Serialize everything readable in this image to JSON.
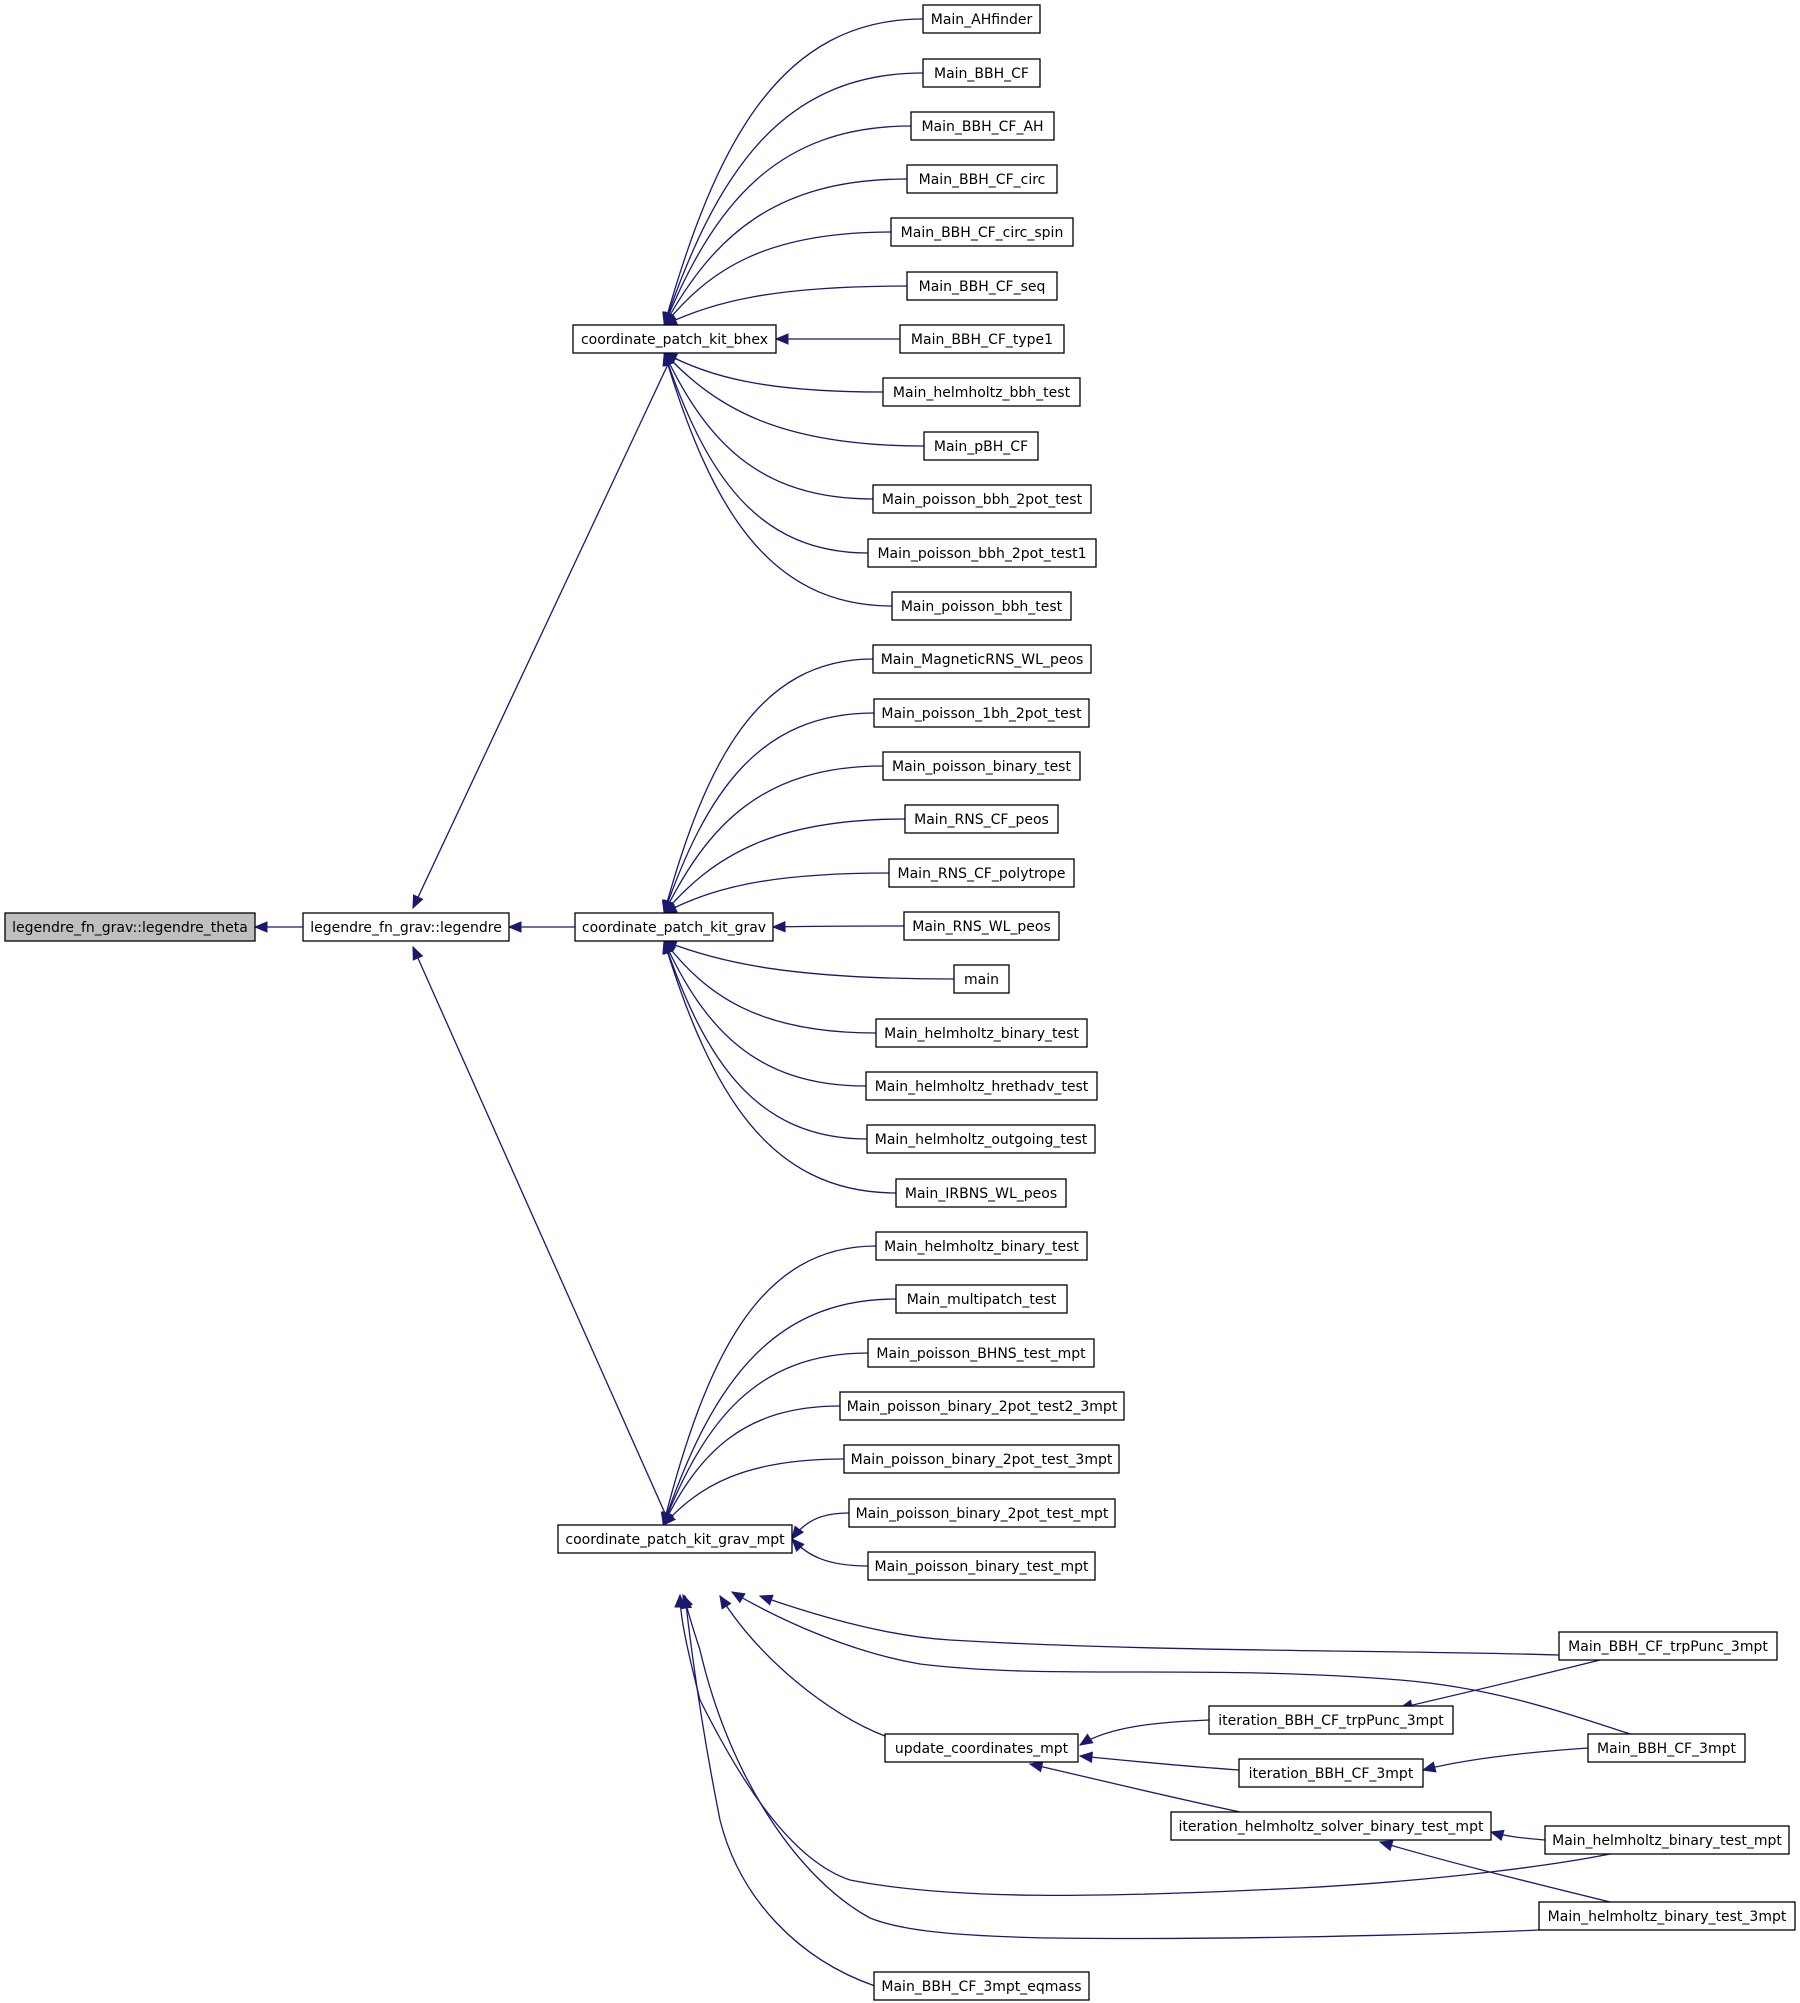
{
  "colors": {
    "edge": "#191970",
    "root_fill": "#bfbfbf",
    "node_fill": "#ffffff",
    "node_stroke": "#000000"
  },
  "graph": {
    "root": "legendre_fn_grav::legendre_theta",
    "nodes": {
      "theta": "legendre_fn_grav::legendre_theta",
      "leg": "legendre_fn_grav::legendre",
      "bhex": "coordinate_patch_kit_bhex",
      "grav": "coordinate_patch_kit_grav",
      "mpt": "coordinate_patch_kit_grav_mpt",
      "b1": "Main_AHfinder",
      "b2": "Main_BBH_CF",
      "b3": "Main_BBH_CF_AH",
      "b4": "Main_BBH_CF_circ",
      "b5": "Main_BBH_CF_circ_spin",
      "b6": "Main_BBH_CF_seq",
      "b7": "Main_BBH_CF_type1",
      "b8": "Main_helmholtz_bbh_test",
      "b9": "Main_pBH_CF",
      "b10": "Main_poisson_bbh_2pot_test",
      "b11": "Main_poisson_bbh_2pot_test1",
      "b12": "Main_poisson_bbh_test",
      "g1": "Main_MagneticRNS_WL_peos",
      "g2": "Main_poisson_1bh_2pot_test",
      "g3": "Main_poisson_binary_test",
      "g4": "Main_RNS_CF_peos",
      "g5": "Main_RNS_CF_polytrope",
      "g6": "Main_RNS_WL_peos",
      "g7": "main",
      "g8": "Main_helmholtz_binary_test",
      "g9": "Main_helmholtz_hrethadv_test",
      "g10": "Main_helmholtz_outgoing_test",
      "g11": "Main_IRBNS_WL_peos",
      "m1": "Main_helmholtz_binary_test",
      "m2": "Main_multipatch_test",
      "m3": "Main_poisson_BHNS_test_mpt",
      "m4": "Main_poisson_binary_2pot_test2_3mpt",
      "m5": "Main_poisson_binary_2pot_test_3mpt",
      "m6": "Main_poisson_binary_2pot_test_mpt",
      "m7": "Main_poisson_binary_test_mpt",
      "upd": "update_coordinates_mpt",
      "m9": "Main_BBH_CF_3mpt_eqmass",
      "it1": "iteration_BBH_CF_trpPunc_3mpt",
      "it2": "iteration_BBH_CF_3mpt",
      "it3": "iteration_helmholtz_solver_binary_test_mpt",
      "r1": "Main_BBH_CF_trpPunc_3mpt",
      "r2": "Main_BBH_CF_3mpt",
      "r3": "Main_helmholtz_binary_test_mpt",
      "r4": "Main_helmholtz_binary_test_3mpt"
    },
    "edges": [
      [
        "leg",
        "theta"
      ],
      [
        "bhex",
        "leg"
      ],
      [
        "grav",
        "leg"
      ],
      [
        "mpt",
        "leg"
      ],
      [
        "b1",
        "bhex"
      ],
      [
        "b2",
        "bhex"
      ],
      [
        "b3",
        "bhex"
      ],
      [
        "b4",
        "bhex"
      ],
      [
        "b5",
        "bhex"
      ],
      [
        "b6",
        "bhex"
      ],
      [
        "b7",
        "bhex"
      ],
      [
        "b8",
        "bhex"
      ],
      [
        "b9",
        "bhex"
      ],
      [
        "b10",
        "bhex"
      ],
      [
        "b11",
        "bhex"
      ],
      [
        "b12",
        "bhex"
      ],
      [
        "g1",
        "grav"
      ],
      [
        "g2",
        "grav"
      ],
      [
        "g3",
        "grav"
      ],
      [
        "g4",
        "grav"
      ],
      [
        "g5",
        "grav"
      ],
      [
        "g6",
        "grav"
      ],
      [
        "g7",
        "grav"
      ],
      [
        "g8",
        "grav"
      ],
      [
        "g9",
        "grav"
      ],
      [
        "g10",
        "grav"
      ],
      [
        "g11",
        "grav"
      ],
      [
        "m1",
        "mpt"
      ],
      [
        "m2",
        "mpt"
      ],
      [
        "m3",
        "mpt"
      ],
      [
        "m4",
        "mpt"
      ],
      [
        "m5",
        "mpt"
      ],
      [
        "m6",
        "mpt"
      ],
      [
        "m7",
        "mpt"
      ],
      [
        "upd",
        "mpt"
      ],
      [
        "m9",
        "mpt"
      ],
      [
        "r1",
        "mpt"
      ],
      [
        "r2",
        "mpt"
      ],
      [
        "r3",
        "mpt"
      ],
      [
        "r4",
        "mpt"
      ],
      [
        "it1",
        "upd"
      ],
      [
        "it2",
        "upd"
      ],
      [
        "it3",
        "upd"
      ],
      [
        "r1",
        "it1"
      ],
      [
        "r2",
        "it2"
      ],
      [
        "r3",
        "it3"
      ],
      [
        "r4",
        "it3"
      ]
    ]
  }
}
